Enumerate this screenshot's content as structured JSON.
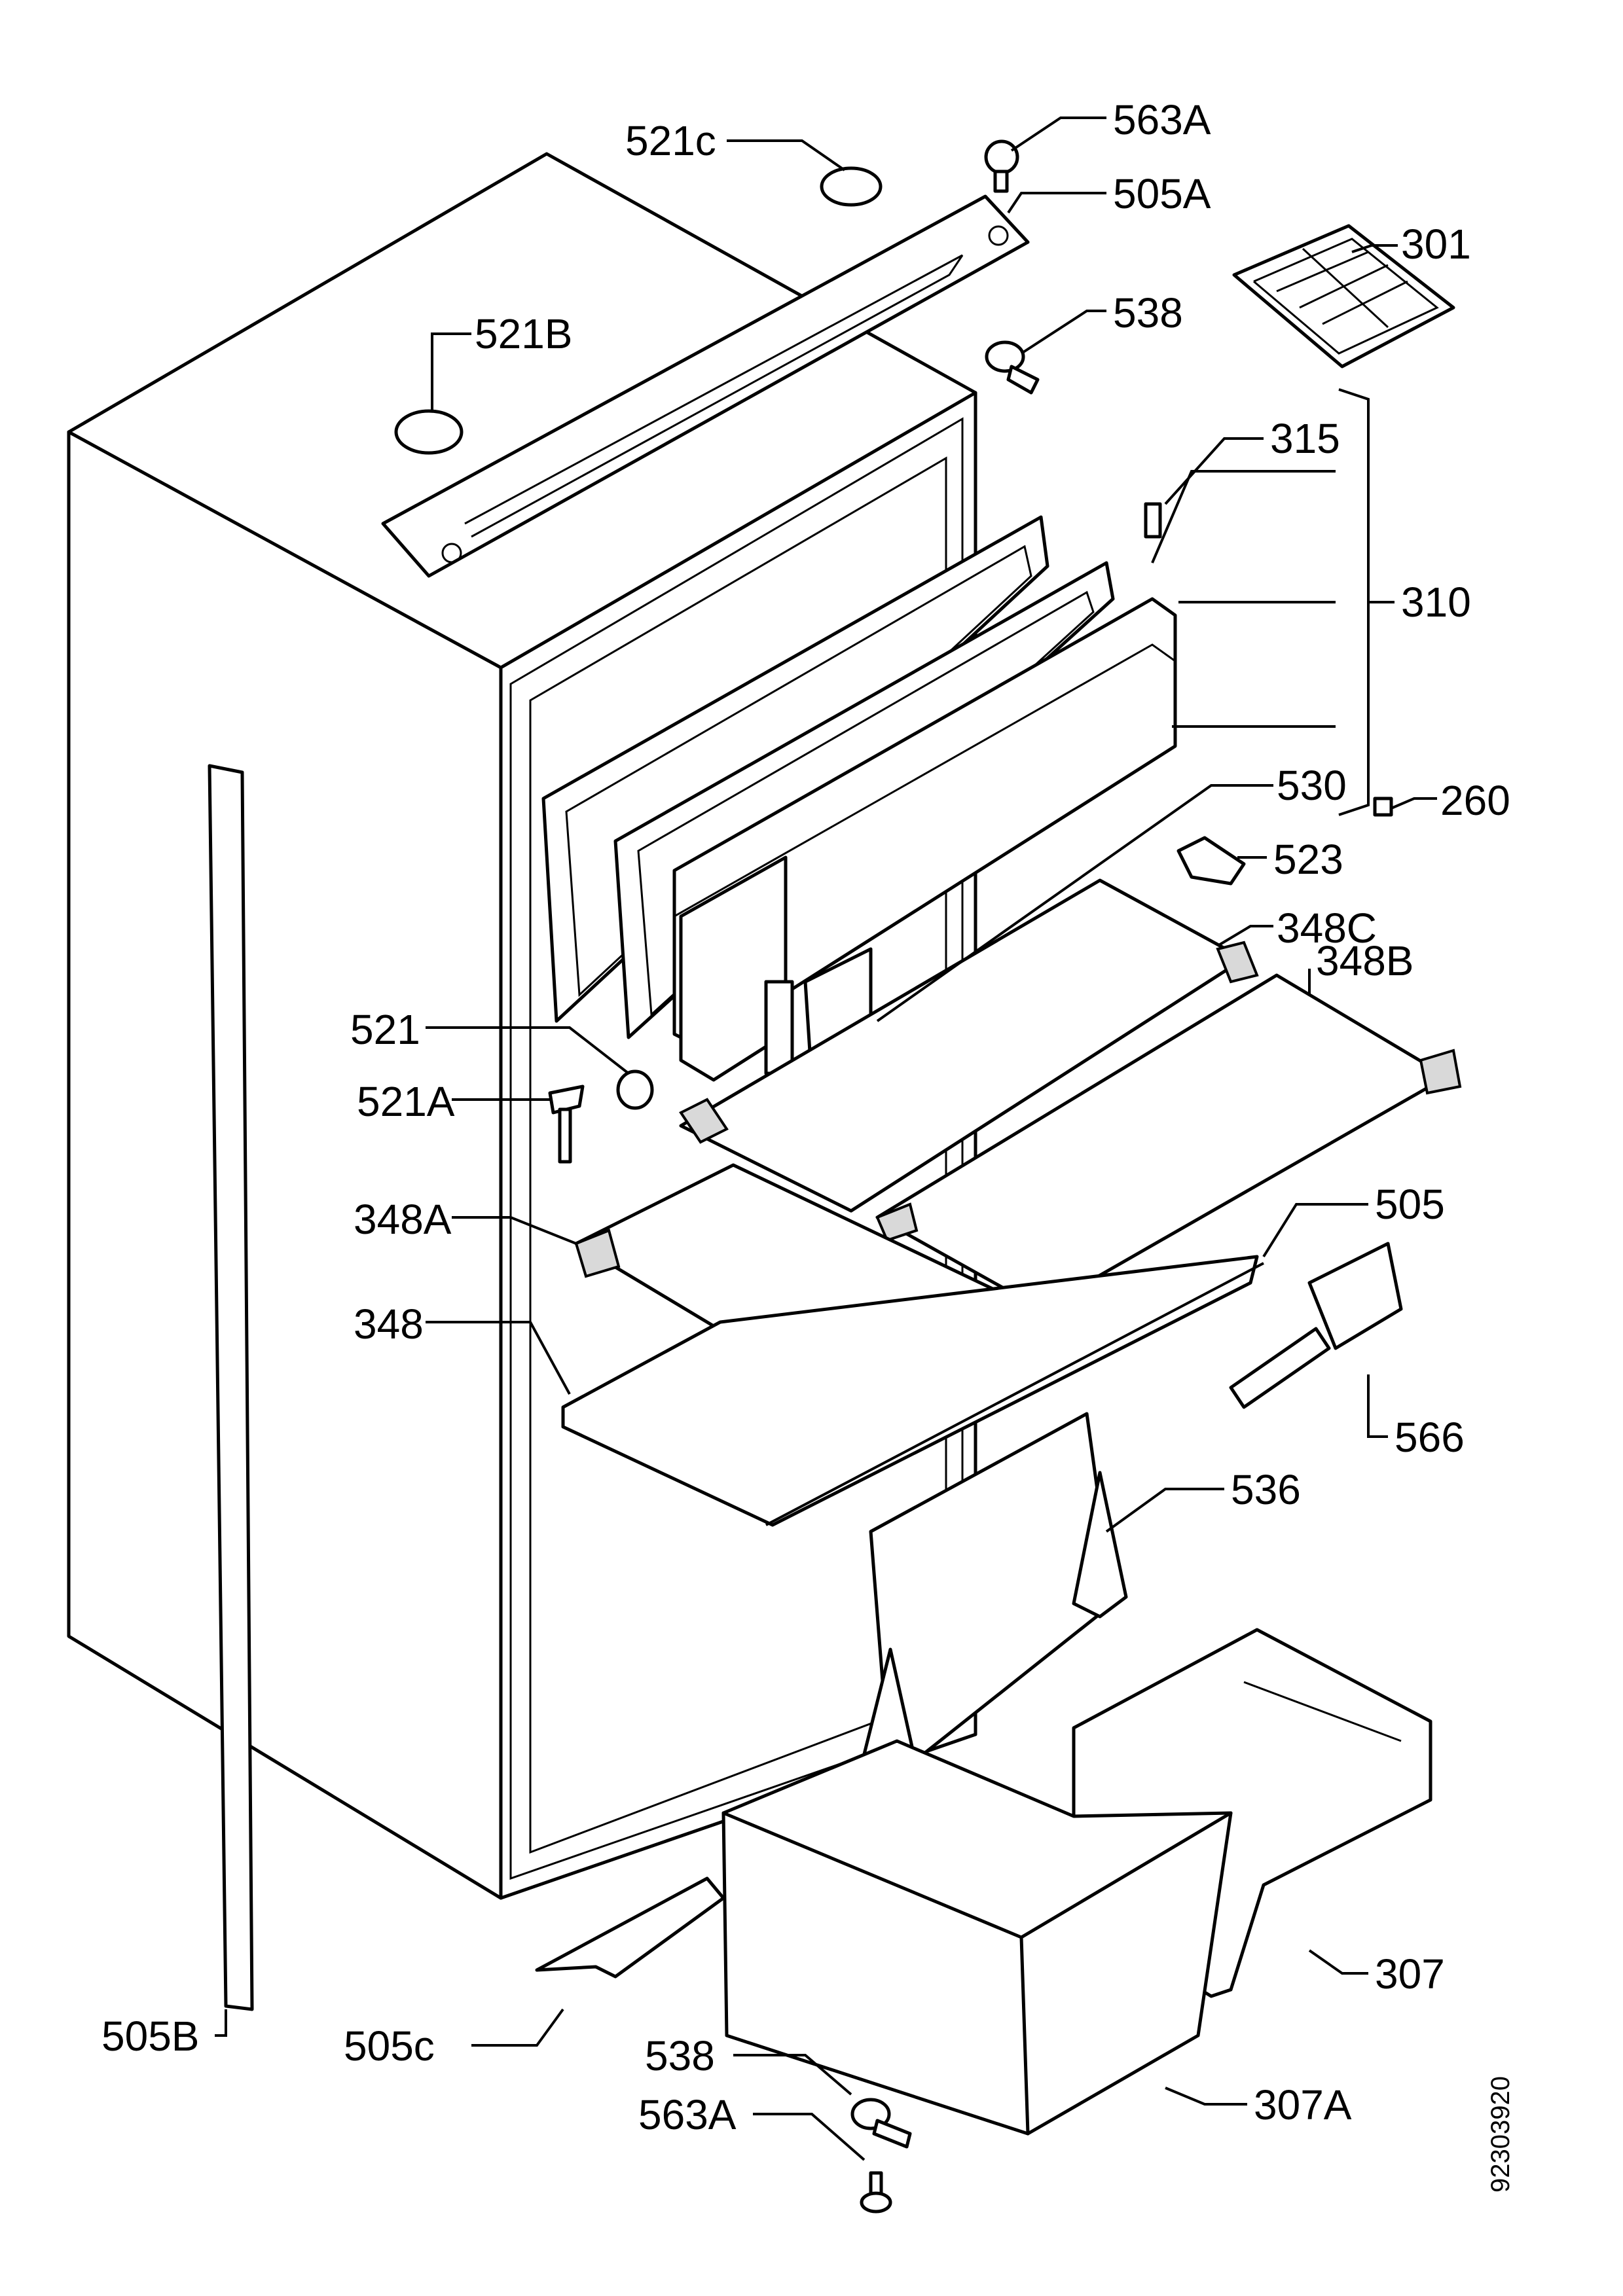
{
  "labels": {
    "l521c": "521c",
    "l563a_top": "563A",
    "l505a": "505A",
    "l301": "301",
    "l538_top": "538",
    "l521b": "521B",
    "l315": "315",
    "l310": "310",
    "l530": "530",
    "l260": "260",
    "l523": "523",
    "l348c": "348C",
    "l348b": "348B",
    "l521": "521",
    "l521a": "521A",
    "l348a": "348A",
    "l505": "505",
    "l348": "348",
    "l566": "566",
    "l536": "536",
    "l307": "307",
    "l505b": "505B",
    "l505c": "505c",
    "l538_bottom": "538",
    "l307a": "307A",
    "l563a_bottom": "563A"
  },
  "drawing_code": "92303920"
}
